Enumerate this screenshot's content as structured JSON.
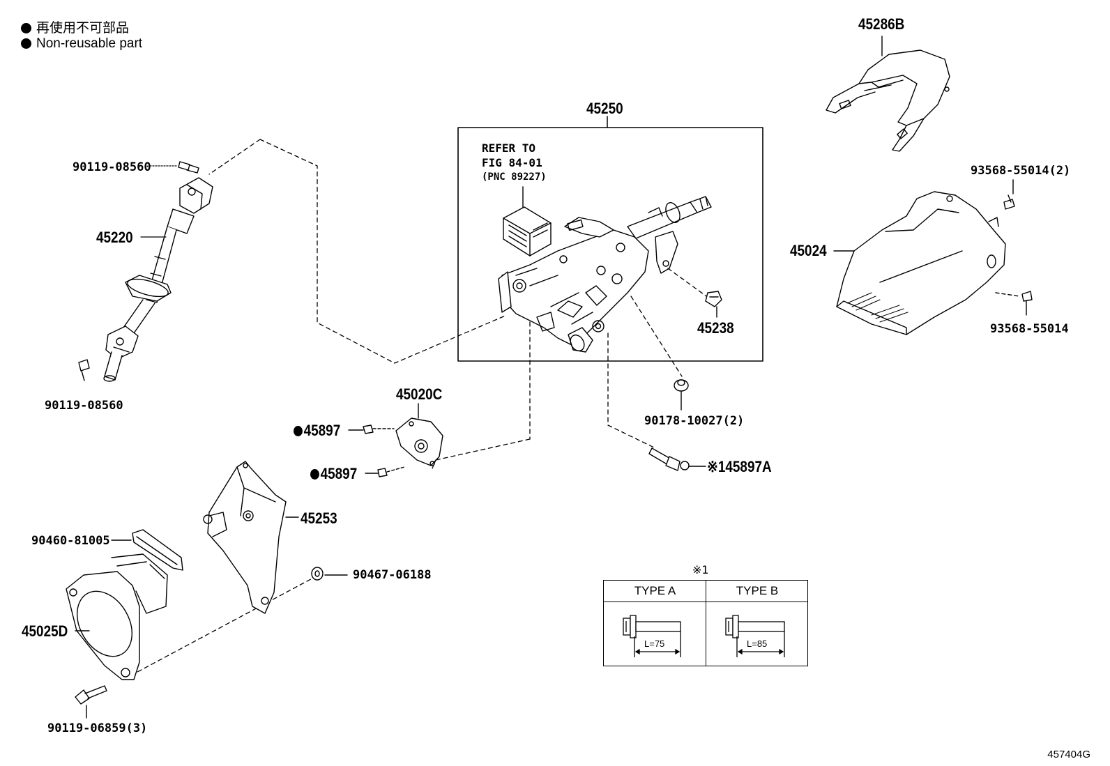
{
  "legend": {
    "line1": "再使用不可部品",
    "line2": "Non-reusable part"
  },
  "reference": {
    "line1": "REFER TO",
    "line2": "FIG 84-01",
    "line3": "(PNC 89227)"
  },
  "labels": {
    "p45250": "45250",
    "p45286b": "45286B",
    "p93568_2": "93568-55014(2)",
    "p45024": "45024",
    "p93568": "93568-55014",
    "p90119_top": "90119-08560",
    "p45220": "45220",
    "p90119_bot": "90119-08560",
    "p45238": "45238",
    "p90178": "90178-10027(2)",
    "p45020c": "45020C",
    "p45897_a": "45897",
    "p45897_b": "45897",
    "p45897a": "※145897A",
    "p45253": "45253",
    "p90460": "90460-81005",
    "p90467": "90467-06188",
    "p45025d": "45025D",
    "p90119_06859": "90119-06859(3)"
  },
  "type_table": {
    "note": "※1",
    "type_a": "TYPE A",
    "type_b": "TYPE B",
    "len_a": "L=75",
    "len_b": "L=85"
  },
  "figure_number": "457404G"
}
